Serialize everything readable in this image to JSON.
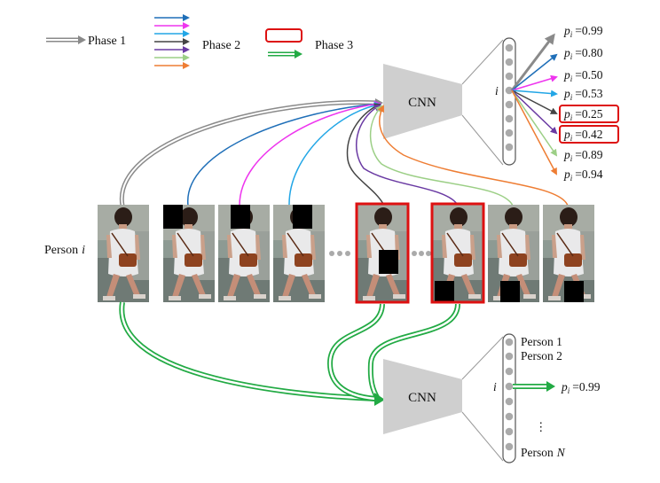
{
  "legend": {
    "phase1": "Phase 1",
    "phase2": "Phase 2",
    "phase3": "Phase 3"
  },
  "colors": {
    "gray": "#8a8a8a",
    "blue": "#1f6fb8",
    "magenta": "#ee35ee",
    "cyan": "#22a6e6",
    "dark": "#444444",
    "purple": "#6a3aa3",
    "light_green": "#9ccf86",
    "orange": "#ee7d33",
    "green": "#22aa44",
    "red": "#dd1111",
    "cnn_fill": "#cfcfcf"
  },
  "top_network": {
    "cnn_label": "CNN",
    "node_label": "i",
    "outputs": [
      {
        "p": "p",
        "sub": "i",
        "value": "=0.99",
        "highlight": false
      },
      {
        "p": "p",
        "sub": "i",
        "value": "=0.80",
        "highlight": false
      },
      {
        "p": "p",
        "sub": "i",
        "value": "=0.50",
        "highlight": false
      },
      {
        "p": "p",
        "sub": "i",
        "value": "=0.53",
        "highlight": false
      },
      {
        "p": "p",
        "sub": "i",
        "value": "=0.25",
        "highlight": true
      },
      {
        "p": "p",
        "sub": "i",
        "value": "=0.42",
        "highlight": true
      },
      {
        "p": "p",
        "sub": "i",
        "value": "=0.89",
        "highlight": false
      },
      {
        "p": "p",
        "sub": "i",
        "value": "=0.94",
        "highlight": false
      }
    ]
  },
  "person_row": {
    "label_text": "Person",
    "label_var": "i"
  },
  "bottom_network": {
    "cnn_label": "CNN",
    "node_label": "i",
    "person_1": "Person 1",
    "person_2": "Person 2",
    "person_n_text": "Person",
    "person_n_var": "N",
    "dots": "⋮",
    "output": {
      "p": "p",
      "sub": "i",
      "value": "=0.99"
    }
  }
}
